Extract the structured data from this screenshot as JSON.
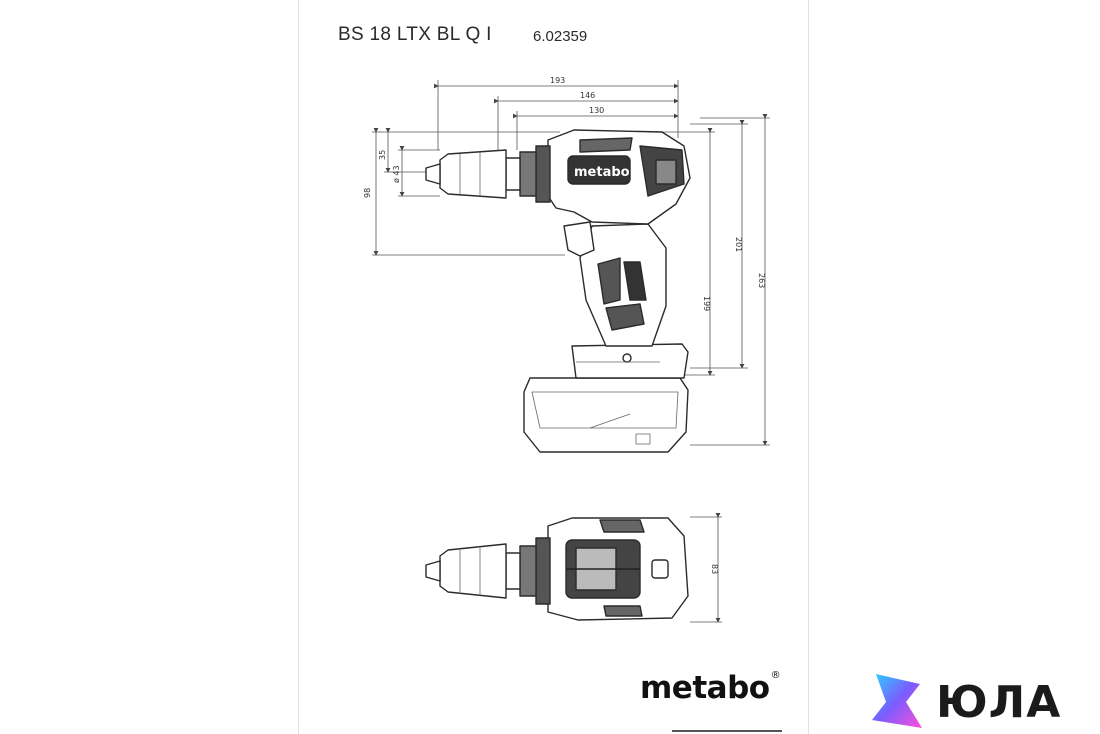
{
  "header": {
    "model": "BS 18 LTX BL Q I",
    "order_number": "6.02359"
  },
  "dimensions": {
    "top_193": "193",
    "top_146": "146",
    "top_130": "130",
    "left_35": "35",
    "left_dia43": "ø 43",
    "left_98": "98",
    "right_199": "199",
    "right_201": "201",
    "right_263": "263",
    "top_view_83": "83"
  },
  "tool_label": "metabo",
  "brand_logo": {
    "text": "metabo",
    "mark": "®"
  },
  "partner_logo": {
    "text": "ЮЛА"
  },
  "colors": {
    "line": "#333333",
    "dim_line": "#555555",
    "yula_gradient": [
      "#2ad3ff",
      "#7a5cff",
      "#ff4fd8"
    ]
  }
}
